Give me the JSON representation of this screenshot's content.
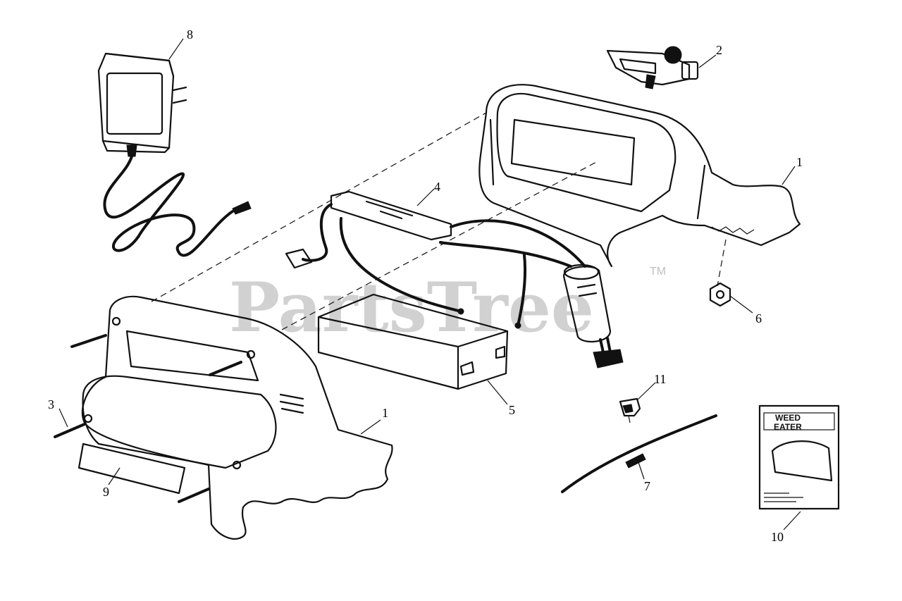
{
  "watermark": {
    "text": "PartsTree",
    "trademark": "TM"
  },
  "manual": {
    "line1": "WEED",
    "line2": "EATER"
  },
  "callouts": [
    {
      "id": "callout-1-left",
      "number": "1"
    },
    {
      "id": "callout-1-right",
      "number": "1"
    },
    {
      "id": "callout-2",
      "number": "2"
    },
    {
      "id": "callout-3",
      "number": "3"
    },
    {
      "id": "callout-4",
      "number": "4"
    },
    {
      "id": "callout-5",
      "number": "5"
    },
    {
      "id": "callout-6",
      "number": "6"
    },
    {
      "id": "callout-7",
      "number": "7"
    },
    {
      "id": "callout-8",
      "number": "8"
    },
    {
      "id": "callout-9",
      "number": "9"
    },
    {
      "id": "callout-10",
      "number": "10"
    },
    {
      "id": "callout-11",
      "number": "11"
    }
  ]
}
